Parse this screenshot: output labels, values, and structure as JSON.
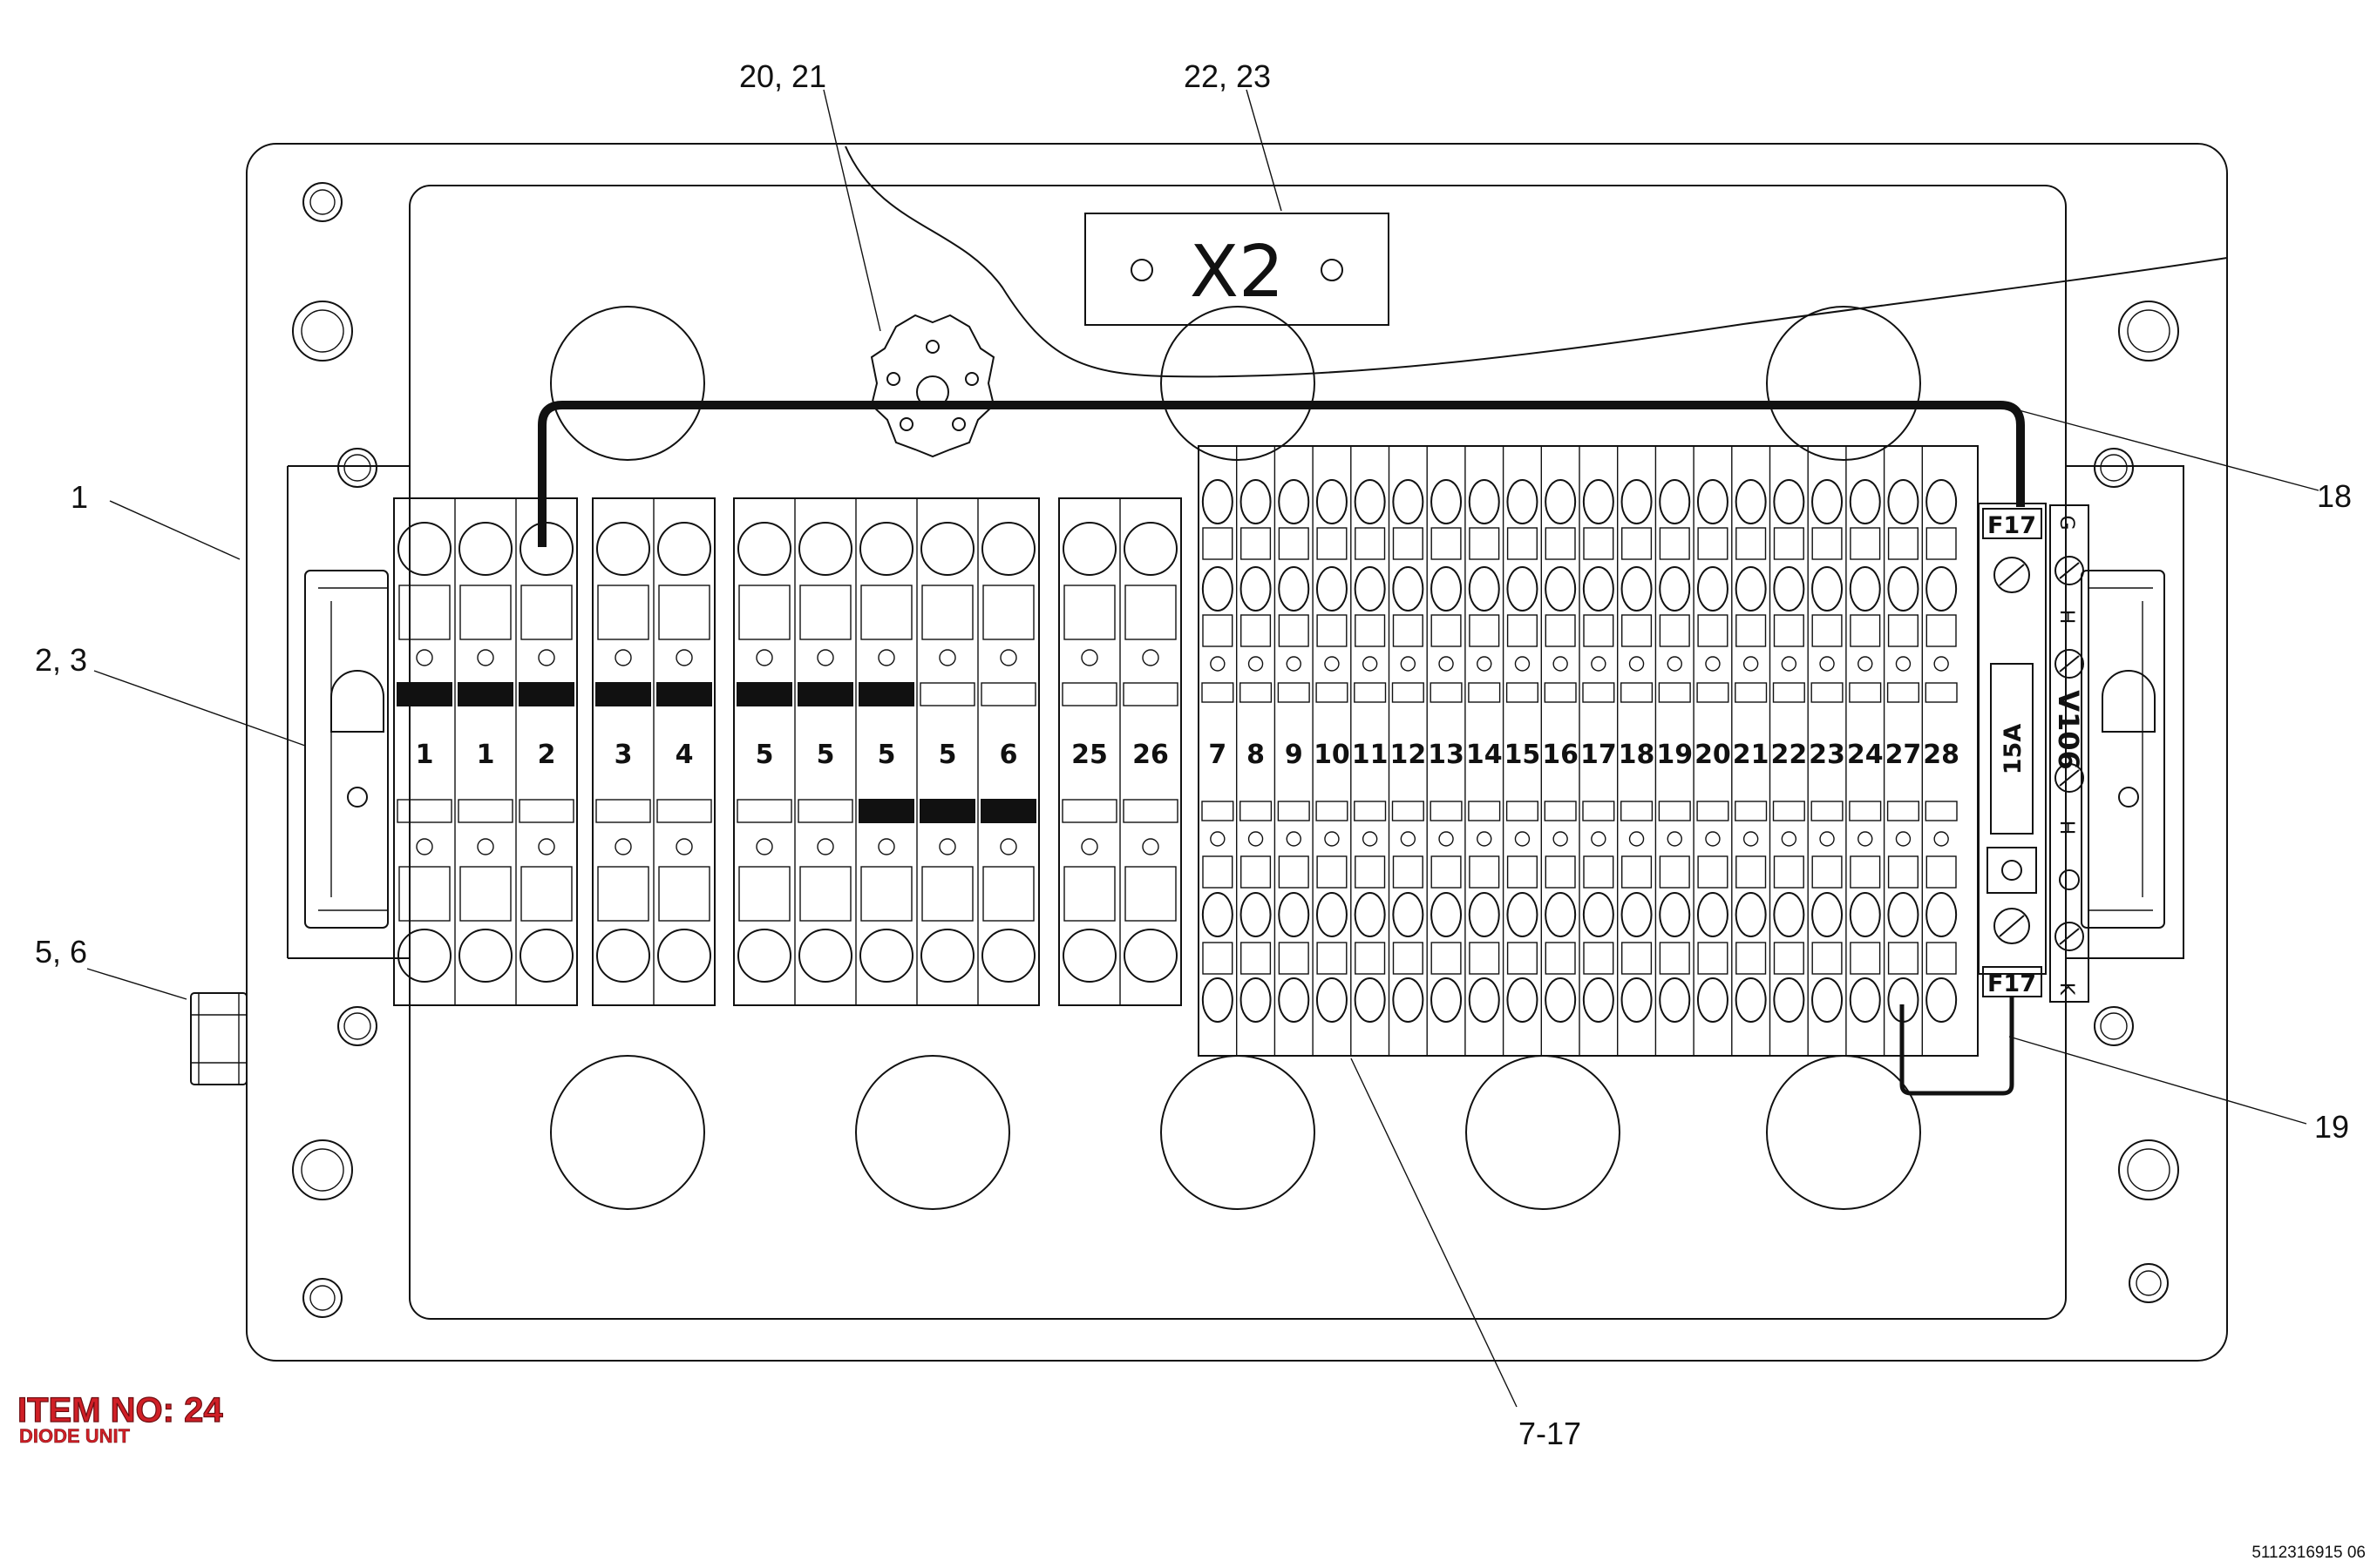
{
  "callouts": {
    "c1": "1",
    "c2_3": "2, 3",
    "c5_6": "5, 6",
    "c20_21": "20, 21",
    "c22_23": "22, 23",
    "c18": "18",
    "c19": "19",
    "c7_17": "7-17"
  },
  "label_plate": "X2",
  "left_terminals": [
    "1",
    "1",
    "2",
    "3",
    "4",
    "5",
    "5",
    "5",
    "5",
    "6",
    "25",
    "26"
  ],
  "right_terminals": [
    "7",
    "8",
    "9",
    "10",
    "11",
    "12",
    "13",
    "14",
    "15",
    "16",
    "17",
    "18",
    "19",
    "20",
    "21",
    "22",
    "23",
    "24",
    "27",
    "28"
  ],
  "fuse": {
    "top_label": "F17",
    "bottom_label": "F17",
    "rating": "15A"
  },
  "diode": {
    "label": "V106",
    "letters": [
      "G",
      "H",
      "H",
      "K"
    ]
  },
  "item": {
    "number": "ITEM NO: 24",
    "description": "DIODE UNIT"
  },
  "drawing_number": "5112316915 06"
}
